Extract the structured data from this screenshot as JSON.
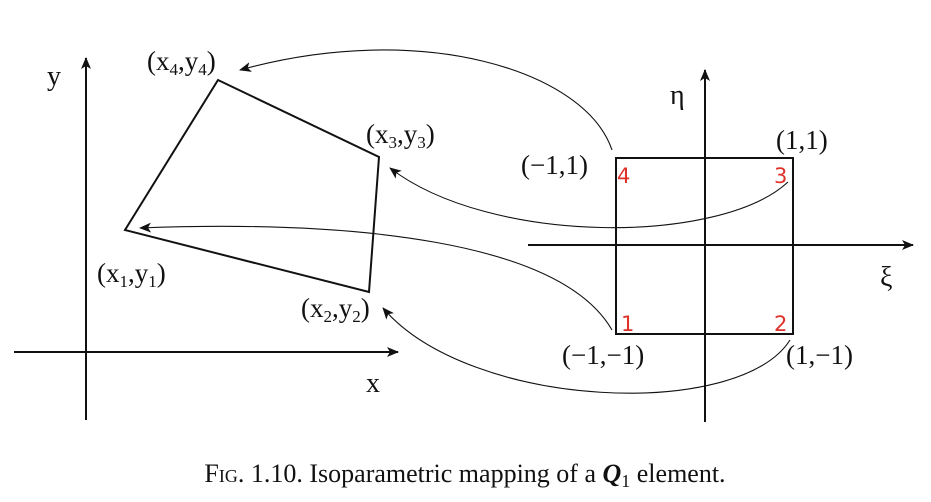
{
  "colors": {
    "ink": "#111111",
    "node": "#e0302a"
  },
  "physical": {
    "x_axis_label": "x",
    "y_axis_label": "y",
    "vertices": [
      {
        "var1": "x",
        "idx1": "1",
        "var2": "y",
        "idx2": "1"
      },
      {
        "var1": "x",
        "idx1": "2",
        "var2": "y",
        "idx2": "2"
      },
      {
        "var1": "x",
        "idx1": "3",
        "var2": "y",
        "idx2": "3"
      },
      {
        "var1": "x",
        "idx1": "4",
        "var2": "y",
        "idx2": "4"
      }
    ]
  },
  "reference": {
    "xi_axis_label": "ξ",
    "eta_axis_label": "η",
    "corners": [
      {
        "coord": "(−1,−1)",
        "node": "1"
      },
      {
        "coord": "(1,−1)",
        "node": "2"
      },
      {
        "coord": "(1,1)",
        "node": "3"
      },
      {
        "coord": "(−1,1)",
        "node": "4"
      }
    ]
  },
  "caption": {
    "fig": "Fig.",
    "number": "1.10.",
    "text_before": "Isoparametric mapping of a",
    "element": "Q",
    "element_sub": "1",
    "text_after": "element."
  }
}
